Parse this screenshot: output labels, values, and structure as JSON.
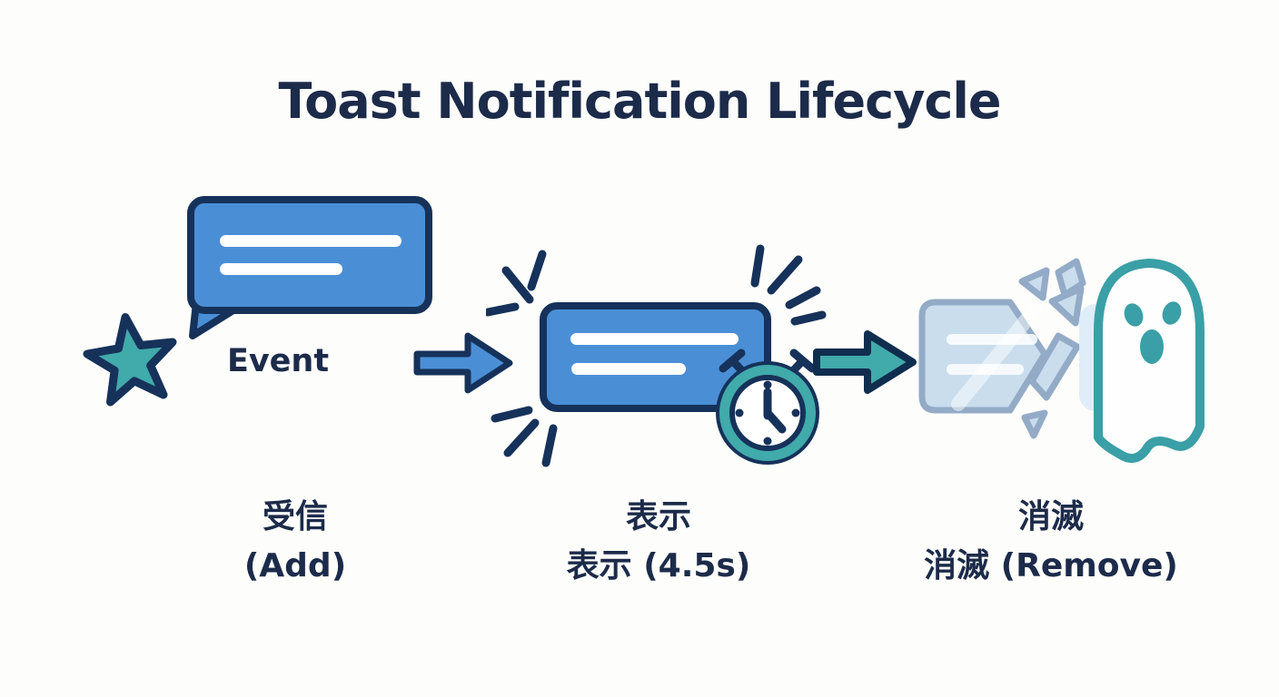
{
  "title": "Toast Notification Lifecycle",
  "stages": [
    {
      "name": "receive",
      "icons": [
        "star-icon",
        "speech-bubble-icon"
      ],
      "label": "Event",
      "caption": {
        "line1": "受信",
        "line2": "(Add)"
      }
    },
    {
      "name": "display",
      "icons": [
        "burst-lines-icon",
        "toast-icon",
        "stopwatch-icon"
      ],
      "caption": {
        "line1": "表示",
        "line2": "表示 (4.5s)"
      }
    },
    {
      "name": "remove",
      "icons": [
        "shattered-toast-icon",
        "ghost-icon"
      ],
      "caption": {
        "line1": "消滅",
        "line2": "消滅 (Remove)"
      }
    }
  ],
  "connectors": [
    {
      "name": "arrow-1",
      "style": "blue"
    },
    {
      "name": "arrow-2",
      "style": "teal"
    }
  ],
  "colors": {
    "background": "#fdfdfb",
    "title_navy": "#1c2b4a",
    "outline_navy": "#16325a",
    "toast_blue": "#4a8fd6",
    "accent_teal": "#41aaab",
    "ghost_teal": "#3a9fa6",
    "faded_blue": "#bcd4ea",
    "faded_outline": "#93abc6",
    "pure_white": "#ffffff"
  }
}
